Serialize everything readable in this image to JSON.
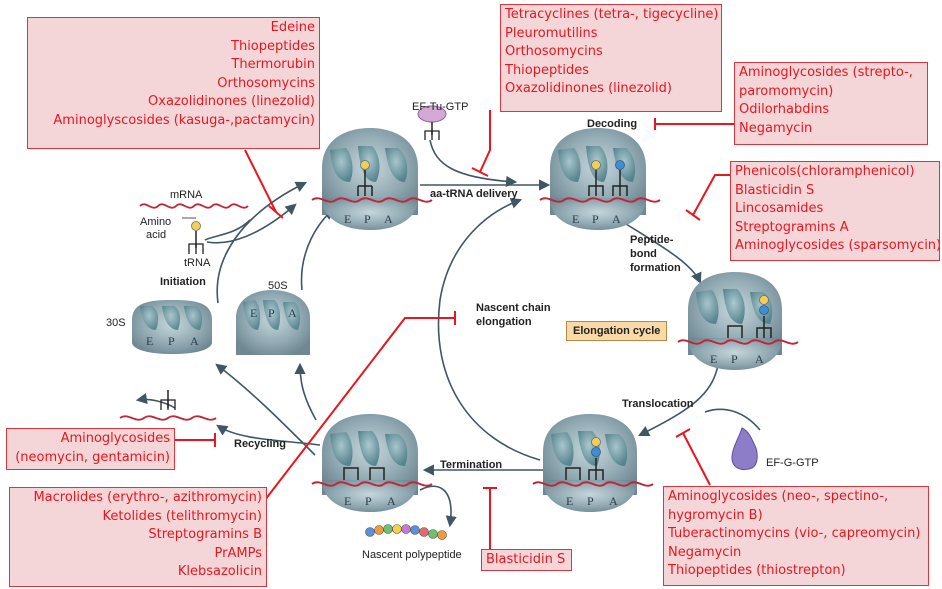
{
  "steps": {
    "initiation": "Initiation",
    "aa_trna_delivery": "aa-tRNA delivery",
    "decoding": "Decoding",
    "peptide_bond_1": "Peptide-",
    "peptide_bond_2": "bond",
    "peptide_bond_3": "formation",
    "translocation": "Translocation",
    "termination": "Termination",
    "recycling": "Recycling",
    "nascent_chain_1": "Nascent chain",
    "nascent_chain_2": "elongation",
    "elongation_cycle": "Elongation cycle"
  },
  "molecules": {
    "mrna": "mRNA",
    "amino_1": "Amino",
    "amino_2": "acid",
    "trna": "tRNA",
    "ef_tu": "EF-Tu-GTP",
    "ef_g": "EF-G-GTP",
    "subunit_30s": "30S",
    "subunit_50s": "50S",
    "nascent_polypeptide": "Nascent polypeptide"
  },
  "sites": [
    "E",
    "P",
    "A"
  ],
  "antibiotic_boxes": {
    "initiation": [
      "Edeine",
      "Thiopeptides",
      "Thermorubin",
      "Orthosomycins",
      "Oxazolidinones (linezolid)",
      "Aminoglyscosides (kasuga-,pactamycin)"
    ],
    "delivery": [
      "Tetracyclines (tetra-, tigecycline)",
      "Pleuromutilins",
      "Orthosomycins",
      "Thiopeptides",
      "Oxazolidinones (linezolid)"
    ],
    "decoding": [
      "Aminoglycosides (strepto-,",
      "paromomycin)",
      "Odilorhabdins",
      "Negamycin"
    ],
    "peptidyl": [
      "Phenicols(chloramphenicol)",
      "Blasticidin S",
      "Lincosamides",
      "Streptogramins A",
      "Aminoglycosides (sparsomycin)"
    ],
    "recycling": [
      "Aminoglycosides",
      "(neomycin, gentamicin)"
    ],
    "elongation": [
      "Macrolides (erythro-, azithromycin)",
      "Ketolides (telithromycin)",
      "Streptogramins B",
      "PrAMPs",
      "Klebsazolicin"
    ],
    "termination": [
      "Blasticidin S"
    ],
    "translocation": [
      "Aminoglycosides (neo-, spectino-,",
      "hygromycin B)",
      "Tuberactinomycins (vio-, capreomycin)",
      "Negamycin",
      "Thiopeptides (thiostrepton)"
    ]
  },
  "colors": {
    "inhibitor": "#e8161f",
    "box_fill": "#f4d6d8",
    "ribosome": "#7f9aa6",
    "mrna": "#c0263a",
    "arrow": "#3f5663"
  }
}
